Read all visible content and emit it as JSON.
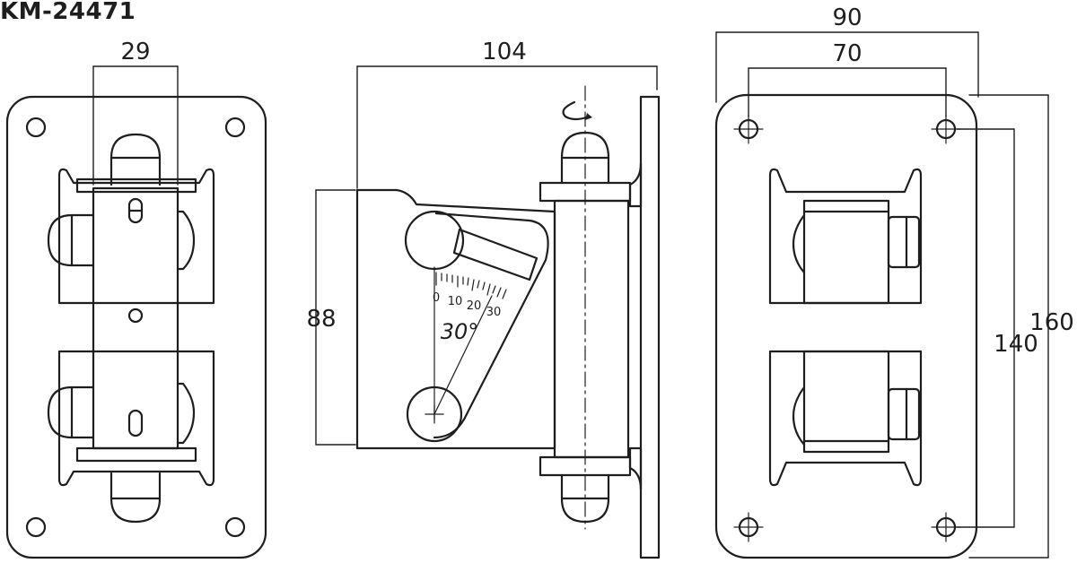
{
  "title": "KM-24471",
  "dimensions": {
    "front_width": "29",
    "side_depth": "104",
    "side_height": "88",
    "back_width": "90",
    "back_hole_spacing_x": "70",
    "back_height": "160",
    "back_hole_spacing_y": "140"
  },
  "scale": {
    "ticks": [
      "0",
      "10",
      "20",
      "30"
    ],
    "angle": "30°"
  },
  "colors": {
    "line": "#1e1e1e",
    "background": "#ffffff"
  }
}
